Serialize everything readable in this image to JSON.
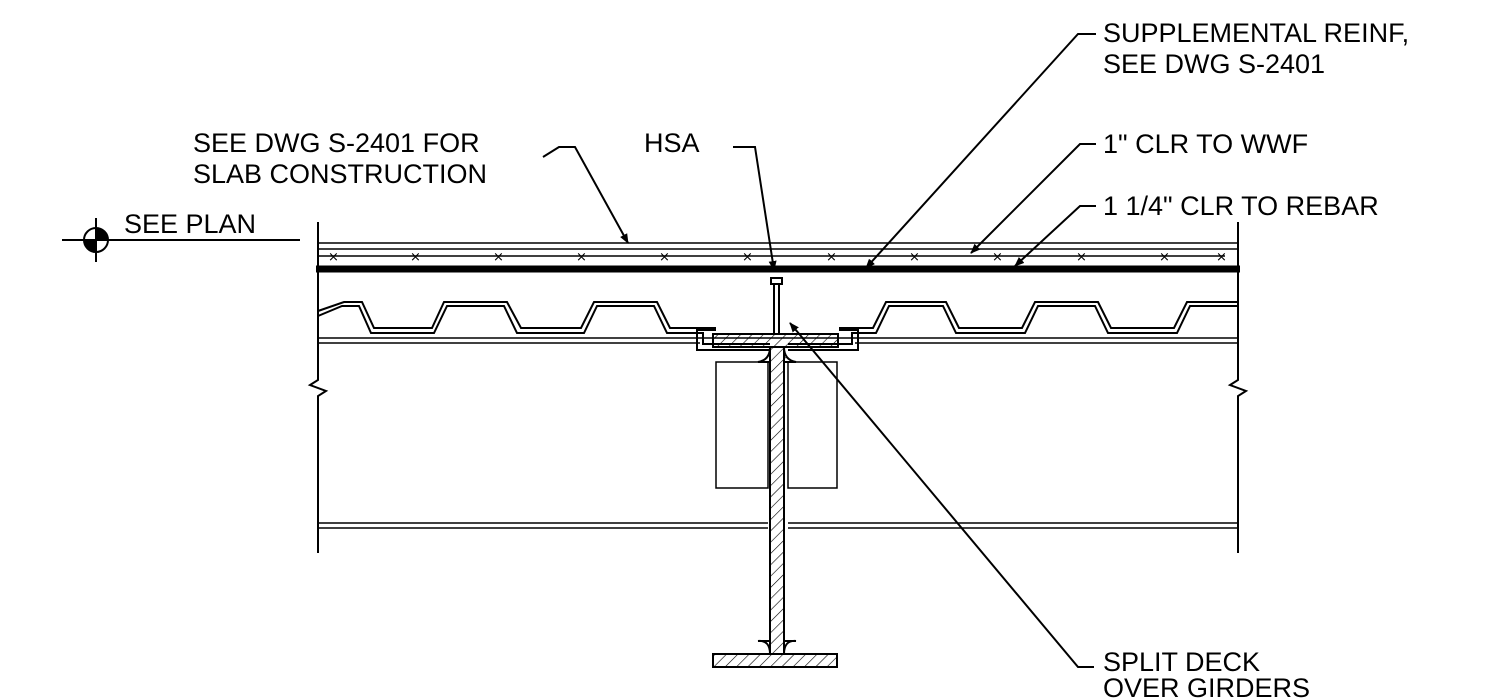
{
  "labels": {
    "supplemental_reinf_1": "SUPPLEMENTAL REINF,",
    "supplemental_reinf_2": "SEE DWG S-2401",
    "slab_note_1": "SEE DWG S-2401 FOR",
    "slab_note_2": "SLAB CONSTRUCTION",
    "hsa": "HSA",
    "clr_wwf": "1\" CLR TO WWF",
    "clr_rebar": "1 1/4\" CLR TO REBAR",
    "see_plan": "SEE PLAN",
    "split_deck_1": "SPLIT DECK",
    "split_deck_2": "OVER GIRDERS"
  },
  "wwf_marker": "×"
}
